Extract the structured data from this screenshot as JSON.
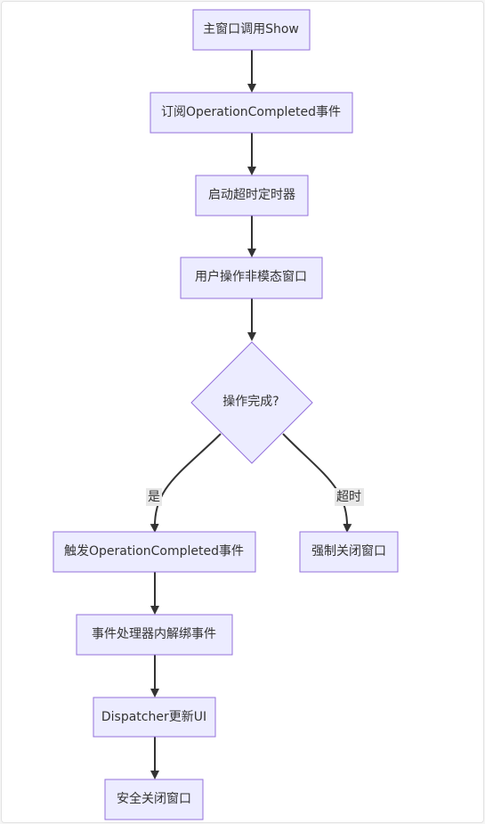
{
  "diagram": {
    "nodes": {
      "n1": "主窗口调用Show",
      "n2": "订阅OperationCompleted事件",
      "n3": "启动超时定时器",
      "n4": "用户操作非模态窗口",
      "n5": "操作完成?",
      "n6": "触发OperationCompleted事件",
      "n7": "强制关闭窗口",
      "n8": "事件处理器内解绑事件",
      "n9": "Dispatcher更新UI",
      "n10": "安全关闭窗口"
    },
    "edge_labels": {
      "yes": "是",
      "timeout": "超时"
    }
  }
}
